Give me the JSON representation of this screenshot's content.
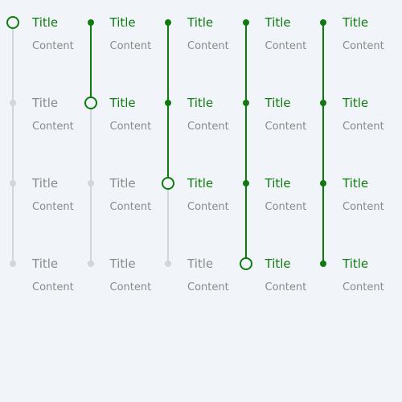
{
  "colors": {
    "active": "#0f7b0f",
    "inactive": "#cfd6dd",
    "inactive_text": "#8a8a8a",
    "content_text": "#8a8a8a"
  },
  "step_title": "Title",
  "step_content": "Content",
  "timelines": [
    {
      "current_step": 1,
      "steps": [
        {
          "title": "Title",
          "content": "Content",
          "state": "current"
        },
        {
          "title": "Title",
          "content": "Content",
          "state": "upcoming"
        },
        {
          "title": "Title",
          "content": "Content",
          "state": "upcoming"
        },
        {
          "title": "Title",
          "content": "Content",
          "state": "upcoming"
        }
      ]
    },
    {
      "current_step": 2,
      "steps": [
        {
          "title": "Title",
          "content": "Content",
          "state": "done"
        },
        {
          "title": "Title",
          "content": "Content",
          "state": "current"
        },
        {
          "title": "Title",
          "content": "Content",
          "state": "upcoming"
        },
        {
          "title": "Title",
          "content": "Content",
          "state": "upcoming"
        }
      ]
    },
    {
      "current_step": 3,
      "steps": [
        {
          "title": "Title",
          "content": "Content",
          "state": "done"
        },
        {
          "title": "Title",
          "content": "Content",
          "state": "done"
        },
        {
          "title": "Title",
          "content": "Content",
          "state": "current"
        },
        {
          "title": "Title",
          "content": "Content",
          "state": "upcoming"
        }
      ]
    },
    {
      "current_step": 4,
      "steps": [
        {
          "title": "Title",
          "content": "Content",
          "state": "done"
        },
        {
          "title": "Title",
          "content": "Content",
          "state": "done"
        },
        {
          "title": "Title",
          "content": "Content",
          "state": "done"
        },
        {
          "title": "Title",
          "content": "Content",
          "state": "current"
        }
      ]
    },
    {
      "current_step": 5,
      "steps": [
        {
          "title": "Title",
          "content": "Content",
          "state": "done"
        },
        {
          "title": "Title",
          "content": "Content",
          "state": "done"
        },
        {
          "title": "Title",
          "content": "Content",
          "state": "done"
        },
        {
          "title": "Title",
          "content": "Content",
          "state": "done"
        }
      ]
    }
  ]
}
